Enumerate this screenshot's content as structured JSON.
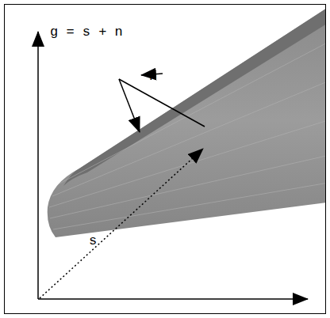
{
  "diagram": {
    "labels": [
      "g = s + n",
      "n",
      "s"
    ]
  }
}
